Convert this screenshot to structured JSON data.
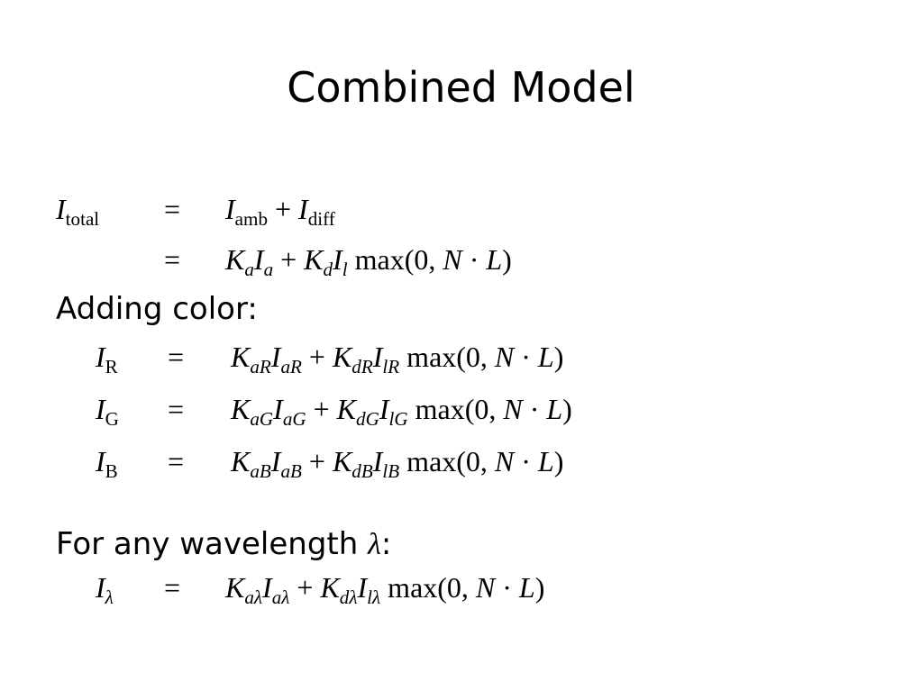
{
  "slide": {
    "title": "Combined Model",
    "adding_color_label": "Adding color:",
    "wavelength_label": "For any wavelength ",
    "wavelength_symbol": "λ",
    "wavelength_colon": ":"
  },
  "equations": {
    "eq1": {
      "lhs_var": "I",
      "lhs_sub": "total",
      "eq": "=",
      "rhs_a": "I",
      "rhs_a_sub": "amb",
      "plus": "+",
      "rhs_b": "I",
      "rhs_b_sub": "diff"
    },
    "eq2": {
      "eq": "=",
      "rhs": "K",
      "rhs_sub1": "a",
      "rhs2": "I",
      "rhs_sub2": "a",
      "plus": "+",
      "rhs3": "K",
      "rhs_sub3": "d",
      "rhs4": "I",
      "rhs_sub4": "l",
      "max": " max(0, ",
      "n": "N",
      "dot": " · ",
      "l": "L",
      "close": ")"
    },
    "eqR": {
      "lhs_var": "I",
      "lhs_sub": "R",
      "eq": "=",
      "k1": "K",
      "k1_sub": "aR",
      "i1": "I",
      "i1_sub": "aR",
      "plus": "+",
      "k2": "K",
      "k2_sub": "dR",
      "i2": "I",
      "i2_sub": "lR",
      "max": " max(0, ",
      "n": "N",
      "dot": " · ",
      "l": "L",
      "close": ")"
    },
    "eqG": {
      "lhs_var": "I",
      "lhs_sub": "G",
      "eq": "=",
      "k1": "K",
      "k1_sub": "aG",
      "i1": "I",
      "i1_sub": "aG",
      "plus": "+",
      "k2": "K",
      "k2_sub": "dG",
      "i2": "I",
      "i2_sub": "lG",
      "max": " max(0, ",
      "n": "N",
      "dot": " · ",
      "l": "L",
      "close": ")"
    },
    "eqB": {
      "lhs_var": "I",
      "lhs_sub": "B",
      "eq": "=",
      "k1": "K",
      "k1_sub": "aB",
      "i1": "I",
      "i1_sub": "aB",
      "plus": "+",
      "k2": "K",
      "k2_sub": "dB",
      "i2": "I",
      "i2_sub": "lB",
      "max": " max(0, ",
      "n": "N",
      "dot": " · ",
      "l": "L",
      "close": ")"
    },
    "eqL": {
      "lhs_var": "I",
      "lhs_sub": "λ",
      "eq": "=",
      "k1": "K",
      "k1_sub": "aλ",
      "i1": "I",
      "i1_sub": "aλ",
      "plus": "+",
      "k2": "K",
      "k2_sub": "dλ",
      "i2": "I",
      "i2_sub": "lλ",
      "max": " max(0, ",
      "n": "N",
      "dot": " · ",
      "l": "L",
      "close": ")"
    }
  }
}
